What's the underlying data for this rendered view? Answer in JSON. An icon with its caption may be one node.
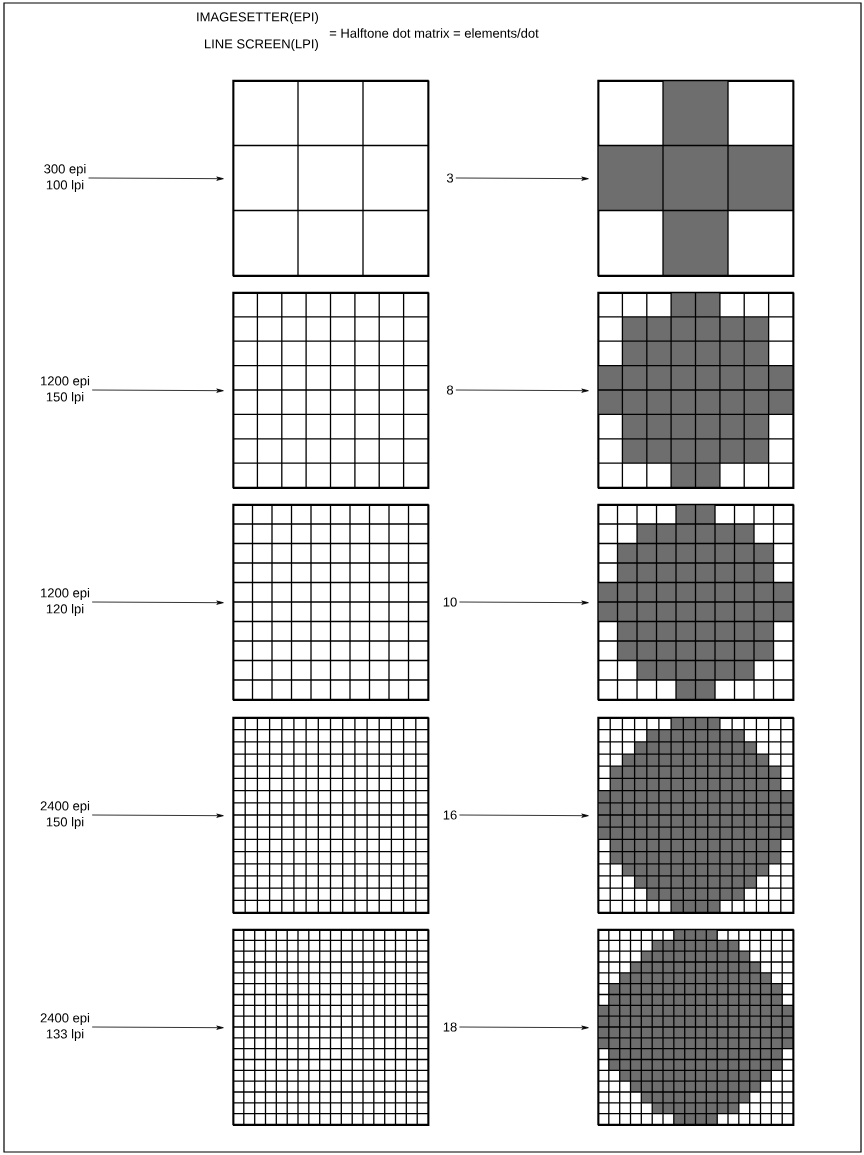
{
  "diagram": {
    "nodes": [
      {
        "text": [
          "300 epi",
          "100 lpi"
        ]
      },
      {
        "text": [],
        "shape": "grid"
      },
      {
        "text": [
          "3"
        ]
      },
      {
        "text": [],
        "shape": "grid"
      },
      {
        "text": [
          "1200 epi",
          "150 lpi"
        ]
      },
      {
        "text": [],
        "shape": "grid"
      },
      {
        "text": [
          "8"
        ]
      },
      {
        "text": [],
        "shape": "grid"
      },
      {
        "text": [
          "1200 epi",
          "120 lpi"
        ]
      },
      {
        "text": [],
        "shape": "grid"
      },
      {
        "text": [
          "10"
        ]
      },
      {
        "text": [],
        "shape": "grid"
      },
      {
        "text": [
          "2400 epi",
          "150 lpi"
        ]
      },
      {
        "text": [],
        "shape": "grid"
      },
      {
        "text": [
          "16"
        ]
      },
      {
        "text": [],
        "shape": "grid"
      },
      {
        "text": [
          "2400 epi",
          "133 lpi"
        ]
      },
      {
        "text": [],
        "shape": "grid"
      },
      {
        "text": [
          "18"
        ]
      },
      {
        "text": [],
        "shape": "grid"
      }
    ],
    "edges": [
      {
        "from": 0,
        "to": 1,
        "arrow": "to"
      },
      {
        "from": 2,
        "to": 3,
        "arrow": "to"
      },
      {
        "from": 4,
        "to": 5,
        "arrow": "to"
      },
      {
        "from": 6,
        "to": 7,
        "arrow": "to"
      },
      {
        "from": 8,
        "to": 9,
        "arrow": "to"
      },
      {
        "from": 10,
        "to": 11,
        "arrow": "to"
      },
      {
        "from": 12,
        "to": 13,
        "arrow": "to"
      },
      {
        "from": 14,
        "to": 15,
        "arrow": "to"
      },
      {
        "from": 16,
        "to": 17,
        "arrow": "to"
      },
      {
        "from": 18,
        "to": 19,
        "arrow": "to"
      }
    ],
    "labels": [
      "IMAGESETTER(EPI)",
      "LINE SCREEN(LPI)",
      "=  Halftone dot matrix = elements/dot"
    ]
  }
}
